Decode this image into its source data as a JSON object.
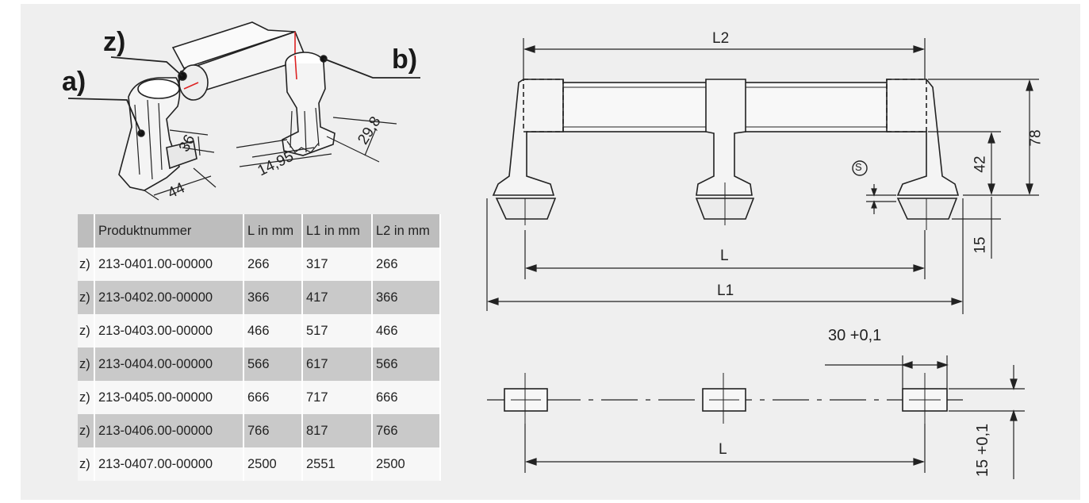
{
  "callouts": {
    "a": "a)",
    "b": "b)",
    "z": "z)"
  },
  "iso_dims": {
    "d36": "36",
    "d44": "44",
    "d1495": "14,95",
    "d298": "29,8"
  },
  "front_view": {
    "L2": "L2",
    "L": "L",
    "L1": "L1",
    "d78": "78",
    "d42": "42",
    "d15": "15",
    "s_symbol": "S"
  },
  "hole_view": {
    "width_tol": "30 +0,1",
    "height_tol": "15 +0,1",
    "L": "L"
  },
  "table": {
    "headers": [
      "",
      "Produktnummer",
      "L in mm",
      "L1 in mm",
      "L2 in mm"
    ],
    "rows": [
      [
        "z)",
        "213-0401.00-00000",
        "266",
        "317",
        "266"
      ],
      [
        "z)",
        "213-0402.00-00000",
        "366",
        "417",
        "366"
      ],
      [
        "z)",
        "213-0403.00-00000",
        "466",
        "517",
        "466"
      ],
      [
        "z)",
        "213-0404.00-00000",
        "566",
        "617",
        "566"
      ],
      [
        "z)",
        "213-0405.00-00000",
        "666",
        "717",
        "666"
      ],
      [
        "z)",
        "213-0406.00-00000",
        "766",
        "817",
        "766"
      ],
      [
        "z)",
        "213-0407.00-00000",
        "2500",
        "2551",
        "2500"
      ]
    ]
  }
}
